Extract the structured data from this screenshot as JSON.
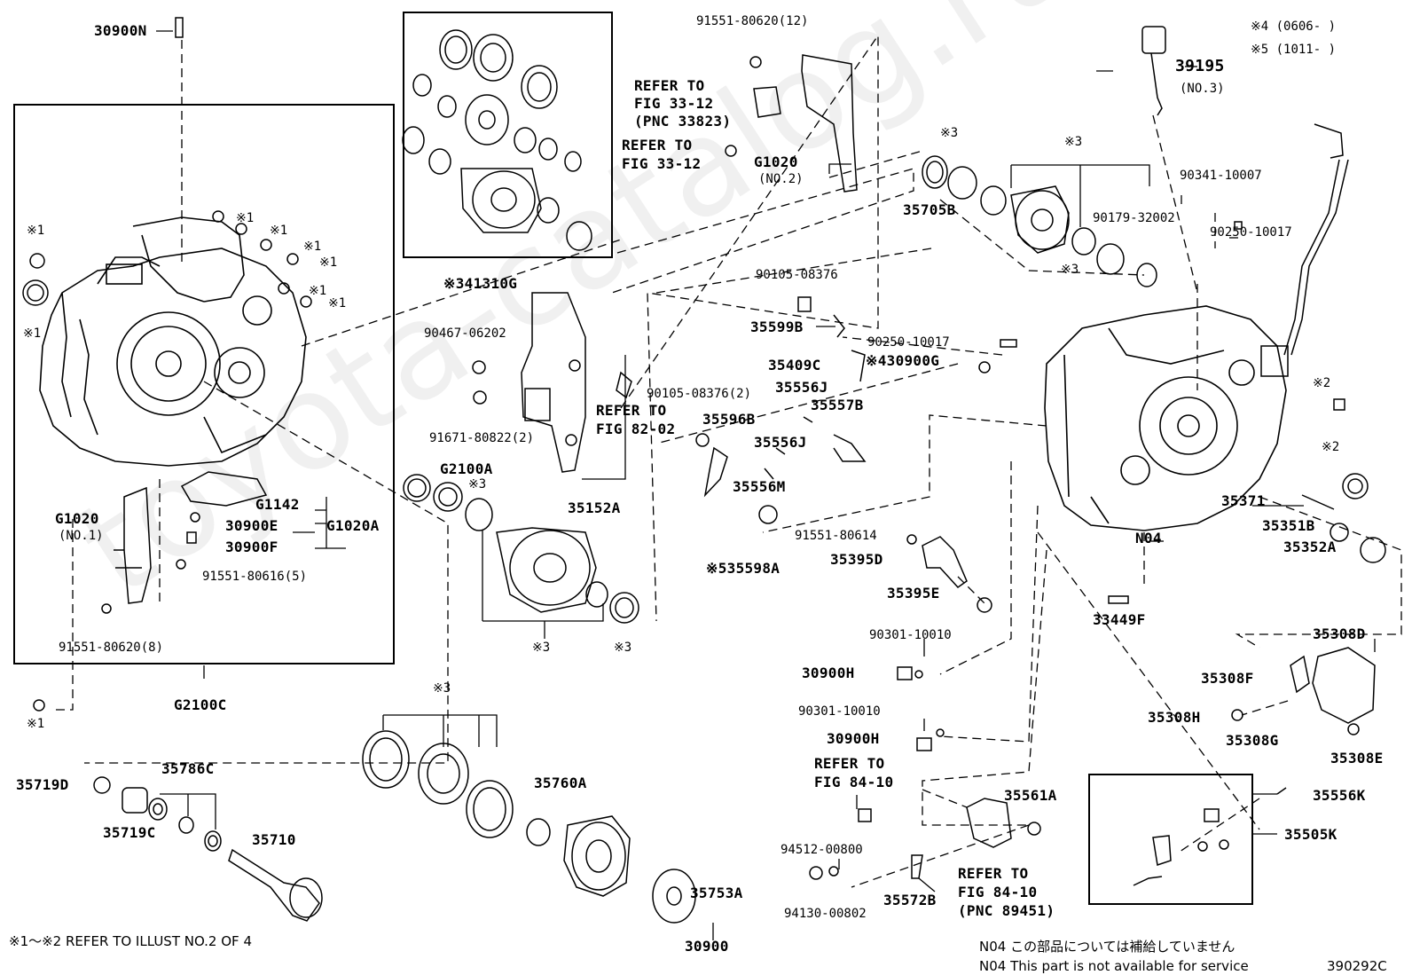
{
  "header": {
    "legend_4": "※4 (0606-      )",
    "legend_5": "※5 (1011-      )"
  },
  "watermark": "toyota-catalog.ru",
  "part_labels": {
    "p30900N": "30900N",
    "p41310G": "41310G",
    "p3_41310G": "※3",
    "p91551_80620_12": "91551-80620(12)",
    "refer_33_12_pnc": [
      "REFER TO",
      "FIG 33-12",
      "(PNC 33823)"
    ],
    "refer_33_12": [
      "REFER TO",
      "FIG 33-12"
    ],
    "pG1020_no2": "G1020",
    "no2": "(NO.2)",
    "p39195": "39195",
    "no3": "(NO.3)",
    "p35705B": "35705B",
    "p90341_10007": "90341-10007",
    "p90179_32002": "90179-32002",
    "p90250_10017a": "90250-10017",
    "p90105_08376": "90105-08376",
    "p35599B": "35599B",
    "p90467_06202": "90467-06202",
    "p35409C": "35409C",
    "p90250_10017b": "90250-10017",
    "p430900G": "※430900G",
    "p91671_80822": "91671-80822(2)",
    "refer_82_02": [
      "REFER TO",
      "FIG 82-02"
    ],
    "p90105_08376_2": "90105-08376(2)",
    "p35556J_a": "35556J",
    "p35557B": "35557B",
    "p35596B": "35596B",
    "p35556J_b": "35556J",
    "pG2100A": "G2100A",
    "p35152A": "35152A",
    "p35556M": "35556M",
    "pG1142": "G1142",
    "p30900E": "30900E",
    "pG1020A": "G1020A",
    "p30900F": "30900F",
    "pG1020_no1": "G1020",
    "no1": "(NO.1)",
    "p91551_80616_5": "91551-80616(5)",
    "p91551_80620_8": "91551-80620(8)",
    "pG2100C": "G2100C",
    "p35598A": "※535598A",
    "p91551_80614": "91551-80614",
    "p35395D": "35395D",
    "p35395E": "35395E",
    "pN04": "N04",
    "p35371": "35371",
    "p35351B": "35351B",
    "p35352A": "35352A",
    "p33449F": "33449F",
    "p90301_10010a": "90301-10010",
    "p30900H_a": "30900H",
    "p90301_10010b": "90301-10010",
    "p30900H_b": "30900H",
    "p35308D": "35308D",
    "p35308F": "35308F",
    "p35308H": "35308H",
    "p35308G": "35308G",
    "p35308E": "35308E",
    "refer_84_10": [
      "REFER TO",
      "FIG 84-10"
    ],
    "p35561A": "35561A",
    "p94512_00800": "94512-00800",
    "refer_84_10_pnc": [
      "REFER TO",
      "FIG 84-10",
      "(PNC 89451)"
    ],
    "p94130_00802": "94130-00802",
    "p35572B": "35572B",
    "p35556K": "35556K",
    "p35505K": "35505K",
    "p35719D": "35719D",
    "p35786C": "35786C",
    "p35719C": "35719C",
    "p35710": "35710",
    "p35760A": "35760A",
    "p35753A": "35753A",
    "p30900": "30900",
    "star1": "※1",
    "star2": "※2",
    "star3": "※3"
  },
  "footer": {
    "refer_note": "※1～※2 REFER TO ILLUST NO.2 OF 4",
    "n04_jp": "N04  この部品については補給していません",
    "n04_en": "N04  This part is not available for service",
    "diagram_code": "390292C"
  }
}
